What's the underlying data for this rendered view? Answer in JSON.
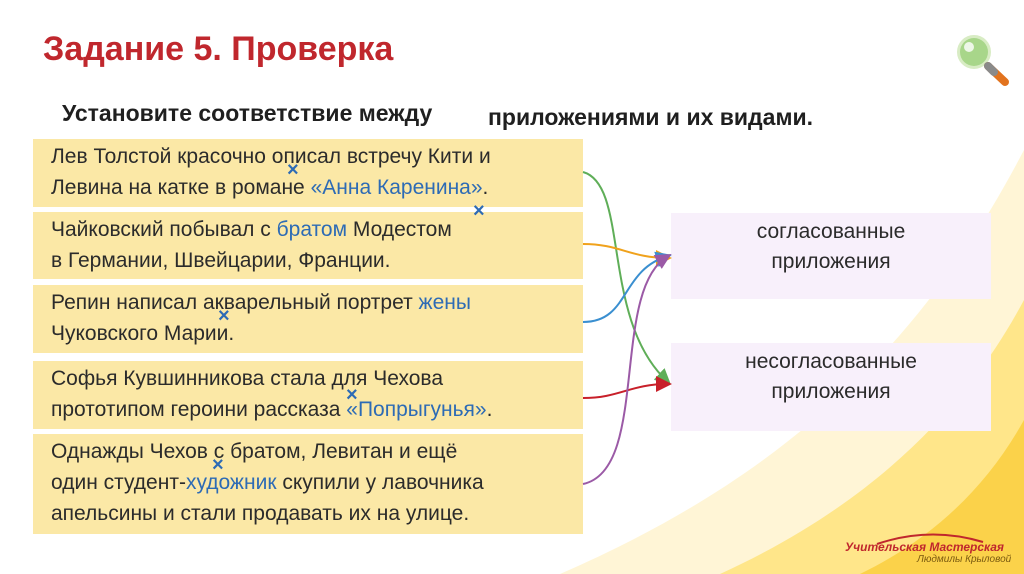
{
  "title": "Задание 5. Проверка",
  "subtitle_part1": "Установите соответствие между",
  "subtitle_part2": "приложениями и их видами.",
  "cards": [
    {
      "line1": [
        "Лев Толстой красочно описал встречу Кити и"
      ],
      "line2_plain": "Левина на катке в романе ",
      "line2_hl": "«Анна Каренина»",
      "line2_end": "."
    },
    {
      "line1_plain": "Чайковский побывал с ",
      "line1_hl": "братом",
      "line1_end": " Модестом",
      "line2": "в Германии, Швейцарии, Франции."
    },
    {
      "line1_plain": "Репин написал акварельный портрет ",
      "line1_hl": "жены",
      "line2": "Чуковского Марии."
    },
    {
      "line1": "Софья Кувшинникова стала для Чехова",
      "line2_plain": "прототипом героини рассказа ",
      "line2_hl": "«Попрыгунья»",
      "line2_end": "."
    },
    {
      "line1": "Однажды Чехов с братом, Левитан и ещё",
      "line2_plain": "один студент-",
      "line2_hl": "художник",
      "line2_end": " скупили у лавочника",
      "line3": "апельсины и стали продавать их на улице."
    }
  ],
  "targets": [
    {
      "line1": "согласованные",
      "line2": "приложения"
    },
    {
      "line1": "несогласованные",
      "line2": "приложения"
    }
  ],
  "mark_symbol": "×",
  "brand": {
    "line1": "Учительская Мастерская",
    "line2": "Людмилы Крыловой"
  },
  "colors": {
    "title": "#c0272d",
    "card_bg": "#fbe8a6",
    "target_bg": "#f8f0fb",
    "highlight": "#2d6bb5",
    "link_green": "#5fae58",
    "link_orange": "#f0a21c",
    "link_blue": "#3a8fd0",
    "link_red": "#c8202a",
    "link_purple": "#9b5aa6"
  },
  "icons": [
    "magnifier-icon"
  ]
}
